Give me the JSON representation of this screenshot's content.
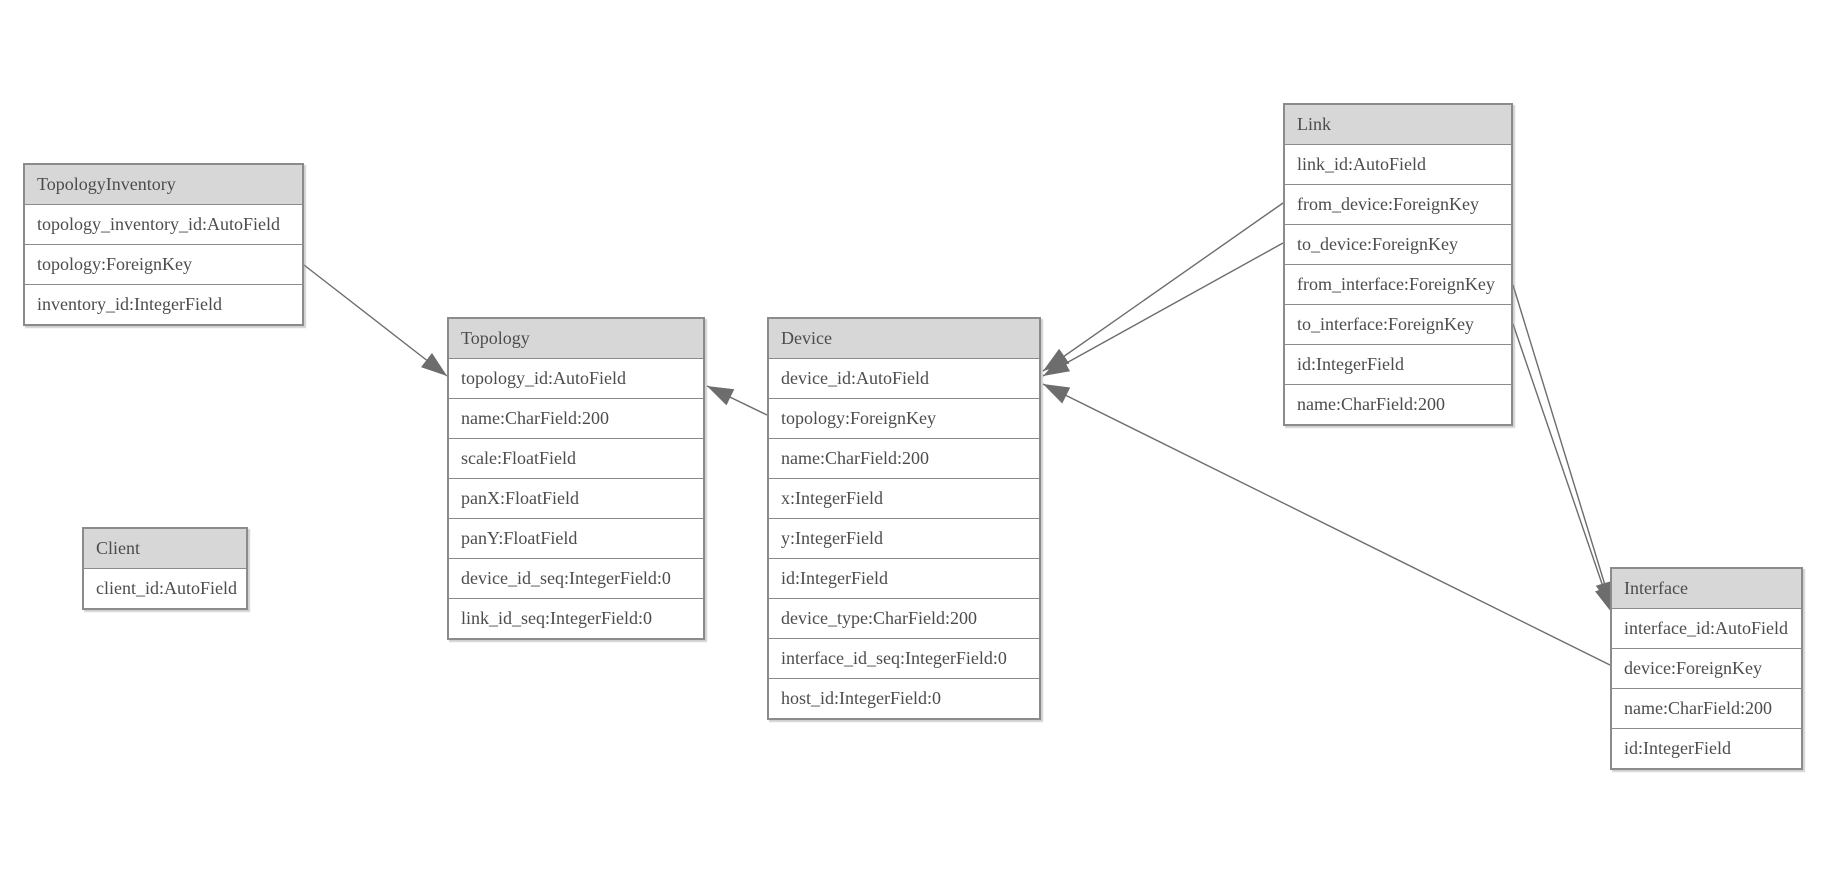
{
  "diagram": {
    "colors": {
      "header_fill": "#d7d7d7",
      "border": "#8b8b8b",
      "text": "#4c4c4c",
      "line": "#6d6d6d",
      "arrow": "#6d6d6d",
      "background": "#ffffff"
    },
    "entities": [
      {
        "title": "TopologyInventory",
        "fields": [
          "topology_inventory_id:AutoField",
          "topology:ForeignKey",
          "inventory_id:IntegerField"
        ]
      },
      {
        "title": "Topology",
        "fields": [
          "topology_id:AutoField",
          "name:CharField:200",
          "scale:FloatField",
          "panX:FloatField",
          "panY:FloatField",
          "device_id_seq:IntegerField:0",
          "link_id_seq:IntegerField:0"
        ]
      },
      {
        "title": "Client",
        "fields": [
          "client_id:AutoField"
        ]
      },
      {
        "title": "Device",
        "fields": [
          "device_id:AutoField",
          "topology:ForeignKey",
          "name:CharField:200",
          "x:IntegerField",
          "y:IntegerField",
          "id:IntegerField",
          "device_type:CharField:200",
          "interface_id_seq:IntegerField:0",
          "host_id:IntegerField:0"
        ]
      },
      {
        "title": "Link",
        "fields": [
          "link_id:AutoField",
          "from_device:ForeignKey",
          "to_device:ForeignKey",
          "from_interface:ForeignKey",
          "to_interface:ForeignKey",
          "id:IntegerField",
          "name:CharField:200"
        ]
      },
      {
        "title": "Interface",
        "fields": [
          "interface_id:AutoField",
          "device:ForeignKey",
          "name:CharField:200",
          "id:IntegerField"
        ]
      }
    ],
    "relations": [
      {
        "name": "topologyinventory-topology",
        "from": "TopologyInventory.topology",
        "to": "Topology",
        "points": [
          304,
          265,
          447,
          376
        ]
      },
      {
        "name": "device-topology",
        "from": "Device.topology",
        "to": "Topology",
        "points": [
          767,
          415,
          707,
          386
        ]
      },
      {
        "name": "link-from-device",
        "from": "Link.from_device",
        "to": "Device",
        "points": [
          1283,
          203,
          1043,
          371
        ]
      },
      {
        "name": "link-to-device",
        "from": "Link.to_device",
        "to": "Device",
        "points": [
          1283,
          243,
          1043,
          376
        ]
      },
      {
        "name": "link-from-interface",
        "from": "Link.from_interface",
        "to": "Interface",
        "points": [
          1513,
          285,
          1612,
          608
        ]
      },
      {
        "name": "link-to-interface",
        "from": "Link.to_interface",
        "to": "Interface",
        "points": [
          1513,
          324,
          1612,
          613
        ]
      },
      {
        "name": "interface-device",
        "from": "Interface.device",
        "to": "Device",
        "points": [
          1610,
          665,
          1043,
          384
        ]
      }
    ]
  }
}
